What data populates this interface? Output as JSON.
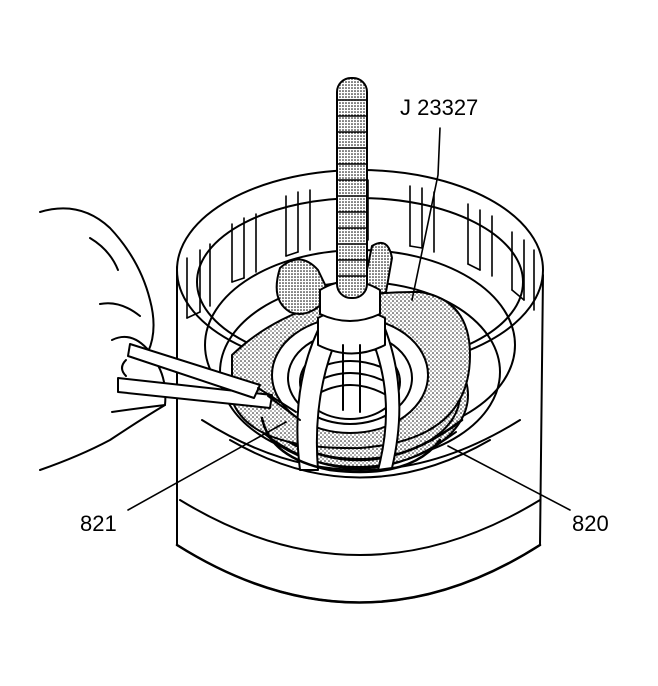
{
  "figure": {
    "labels": {
      "tool": "J 23327",
      "left_part": "821",
      "right_part": "820"
    },
    "colors": {
      "ink": "#000000",
      "paper": "#ffffff",
      "stipple": "#bfbfbf"
    }
  }
}
